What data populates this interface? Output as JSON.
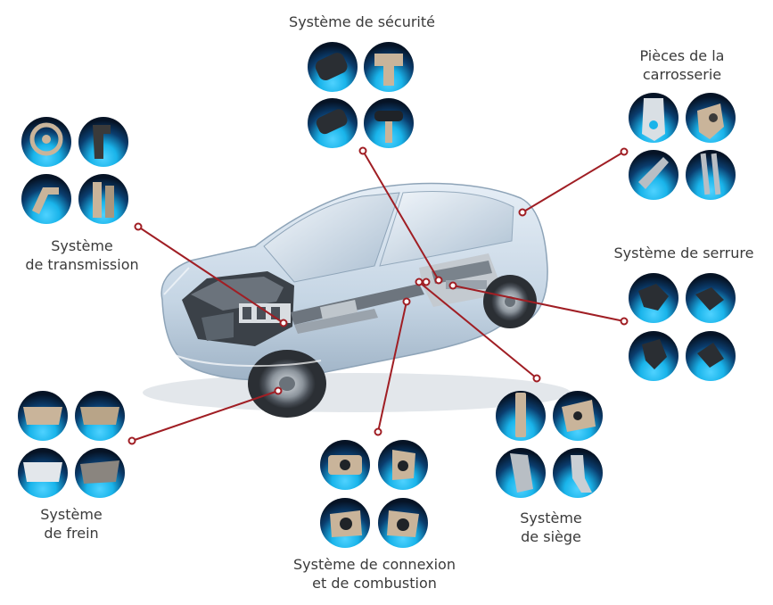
{
  "systems": {
    "securite": {
      "lines": [
        "Système de sécurité"
      ]
    },
    "carrosserie": {
      "lines": [
        "Pièces de la",
        "carrosserie"
      ]
    },
    "transmission": {
      "lines": [
        "Système",
        "de transmission"
      ]
    },
    "serrure": {
      "lines": [
        "Système de serrure"
      ]
    },
    "frein": {
      "lines": [
        "Système",
        "de frein"
      ]
    },
    "connexion": {
      "lines": [
        "Système de connexion",
        "et de combustion"
      ]
    },
    "siege": {
      "lines": [
        "Système",
        "de siège"
      ]
    }
  },
  "colors": {
    "leader_line": "#a01e24",
    "icon_glow": "#19b4ea",
    "icon_dark": "#071526",
    "part_metal": "#c9b49a",
    "car_body": "#c9d8e6",
    "label_text": "#3a3a3a"
  }
}
